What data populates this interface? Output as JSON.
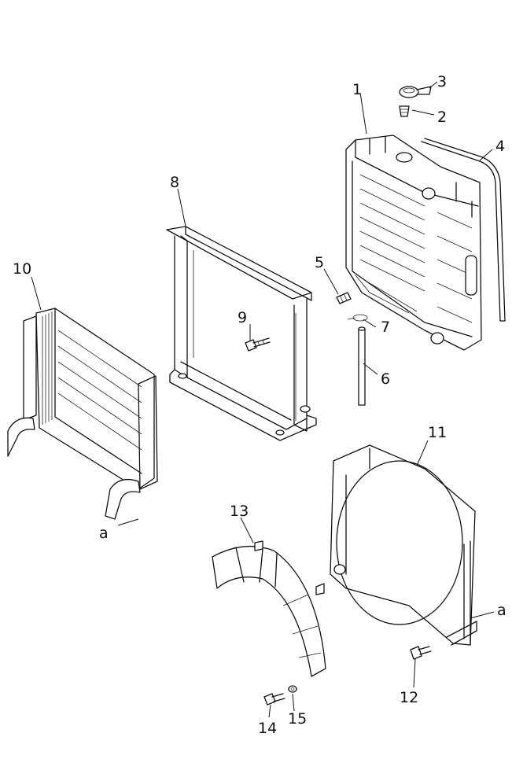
{
  "callouts": {
    "c1": "1",
    "c2": "2",
    "c3": "3",
    "c4": "4",
    "c5": "5",
    "c6": "6",
    "c7": "7",
    "c8": "8",
    "c9": "9",
    "c10": "10",
    "c11": "11",
    "c12": "12",
    "c13": "13",
    "c14": "14",
    "c15": "15"
  },
  "refs": {
    "a_left": "a",
    "a_right": "a"
  }
}
